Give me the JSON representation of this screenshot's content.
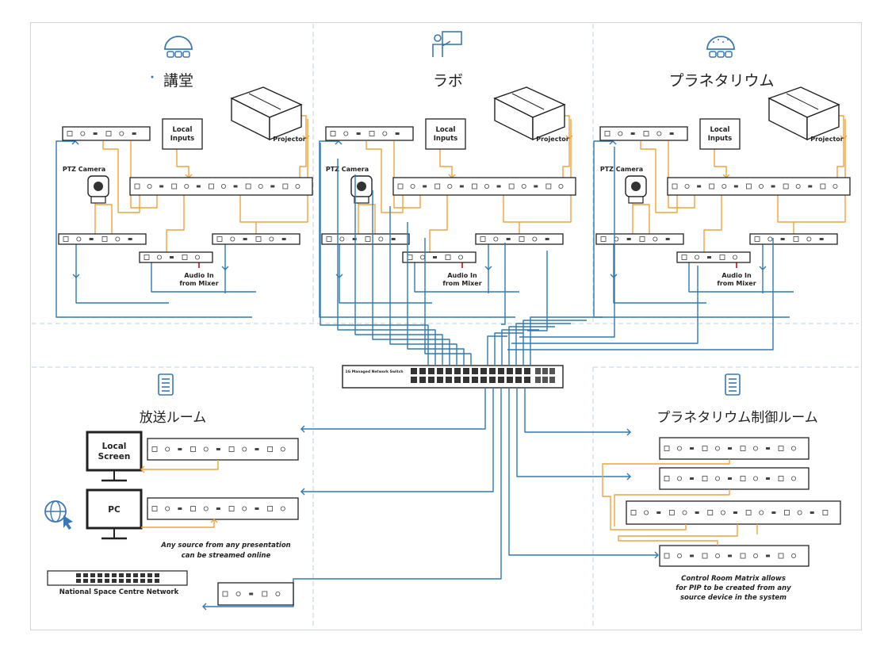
{
  "colors": {
    "blue": "#2f79b7",
    "orange": "#f0a33a",
    "red": "#d9252b",
    "divider": "#c6d9ec",
    "device": "#222222",
    "icon": "#3a78b6"
  },
  "rooms": {
    "auditorium": {
      "title": "講堂",
      "icon": "dome-icon"
    },
    "lab": {
      "title": "ラボ",
      "icon": "presenter-icon"
    },
    "planetarium": {
      "title": "プラネタリウム",
      "icon": "planetarium-icon"
    },
    "broadcast": {
      "title": "放送ルーム",
      "icon": "server-icon"
    },
    "planetarium_control": {
      "title": "プラネタリウム制御ルーム",
      "icon": "server-icon"
    }
  },
  "labels": {
    "local_inputs": "Local Inputs",
    "projector": "Projector",
    "ptz_camera": "PTZ Camera",
    "audio_in": "Audio In from Mixer",
    "switch": "1G Managed Network Switch",
    "local_screen": "Local Screen",
    "pc": "PC",
    "stream_note": "Any source from any presentation can be streamed online",
    "matrix_note": "Control Room Matrix allows for PIP to be created from any source device in the system",
    "network": "National Space Centre Network"
  }
}
